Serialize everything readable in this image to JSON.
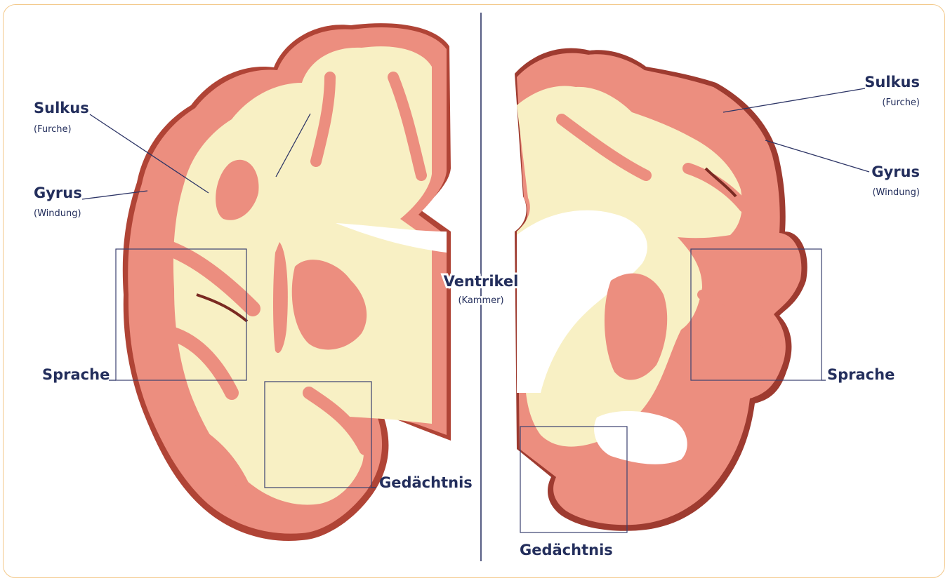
{
  "colors": {
    "frame_border": "#f3c98b",
    "label_text": "#232e5c",
    "gray_matter": "#ec8e7f",
    "gray_matter_dark": "#b04436",
    "white_matter": "#f8f0c4",
    "divider": "#2d3566"
  },
  "left_hemisphere": {
    "sulkus": {
      "term": "Sulkus",
      "translation": "(Furche)"
    },
    "gyrus": {
      "term": "Gyrus",
      "translation": "(Windung)"
    },
    "sprache": "Sprache",
    "gedaechtnis": "Gedächtnis"
  },
  "center": {
    "ventrikel": {
      "term": "Ventrikel",
      "translation": "(Kammer)"
    }
  },
  "right_hemisphere": {
    "sulkus": {
      "term": "Sulkus",
      "translation": "(Furche)"
    },
    "gyrus": {
      "term": "Gyrus",
      "translation": "(Windung)"
    },
    "sprache": "Sprache",
    "gedaechtnis": "Gedächtnis"
  }
}
